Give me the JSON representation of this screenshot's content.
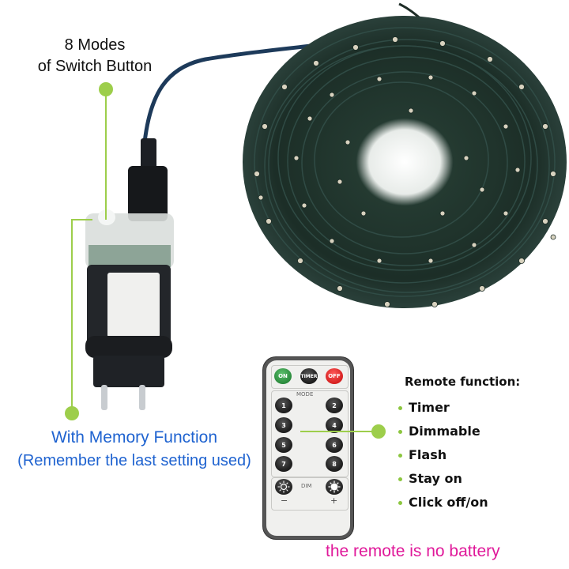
{
  "callouts": {
    "switch_button": {
      "line1": "8 Modes",
      "line2": "of Switch Button"
    },
    "memory": {
      "line1": "With Memory Function",
      "line2": "(Remember the last setting used)"
    },
    "battery_note": "the remote is no battery"
  },
  "remote_functions": {
    "title": "Remote function:",
    "items": [
      "Timer",
      "Dimmable",
      "Flash",
      "Stay on",
      "Click off/on"
    ]
  },
  "remote": {
    "top_buttons": [
      "ON",
      "TIMER",
      "OFF"
    ],
    "mode_label": "MODE",
    "mode_buttons": [
      "1",
      "2",
      "3",
      "4",
      "5",
      "6",
      "7",
      "8"
    ],
    "dim_label": "DIM",
    "dim_minus": "−",
    "dim_plus": "+"
  },
  "colors": {
    "accent_green": "#9dce4b",
    "memory_blue": "#1f63d0",
    "battery_pink": "#e0199a",
    "cable_dark_green": "#1e2d27"
  }
}
